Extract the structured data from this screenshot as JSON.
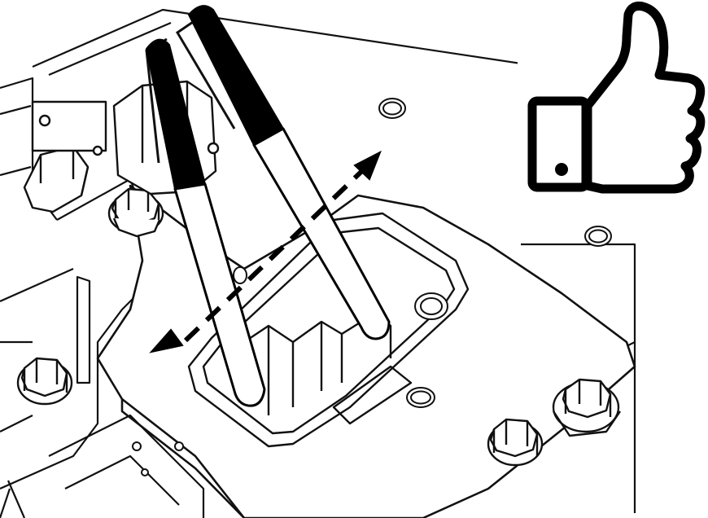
{
  "figure": {
    "caption": "",
    "background": "#ffffff",
    "line_color": "#111111",
    "accent": "#000000"
  },
  "icons": {
    "approval": "thumbs-up-icon",
    "direction": "double-arrow-icon"
  },
  "parts": [
    {
      "name": "pliers-handle-left"
    },
    {
      "name": "pliers-handle-right"
    },
    {
      "name": "hex-bolt"
    },
    {
      "name": "mounting-plate"
    },
    {
      "name": "recessed-slot"
    }
  ]
}
